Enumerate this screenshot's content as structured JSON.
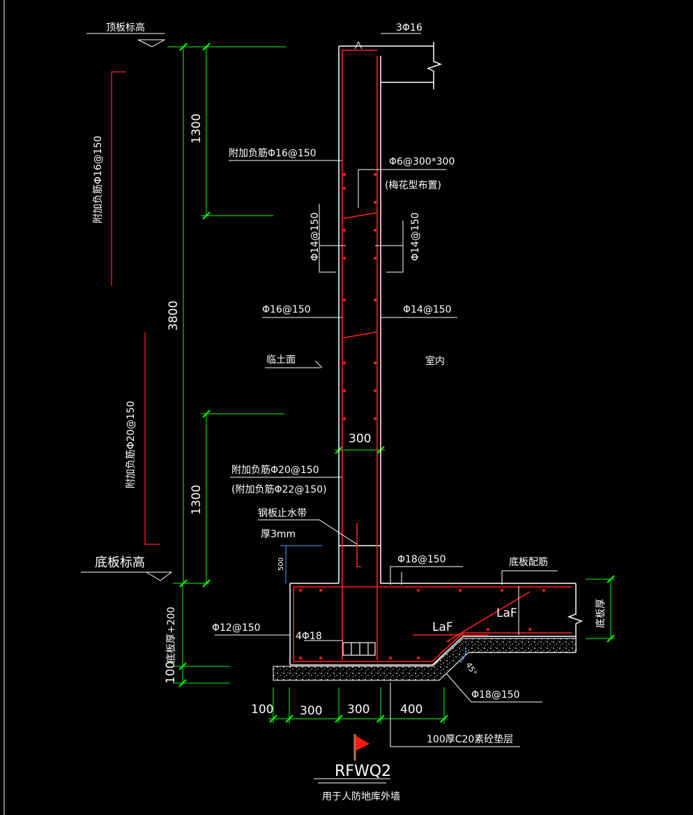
{
  "colors": {
    "background": "#000000",
    "dimension": "#00ff00",
    "rebar": "#ff2020",
    "outline": "#ffffff",
    "annotation": "#ffffff",
    "leader": "#4da3ff"
  },
  "labels": {
    "top_slab_elev": "顶板标高",
    "top_bars": "3Φ16",
    "dim_1300_top": "1300",
    "dim_3800": "3800",
    "dim_1300_bottom": "1300",
    "add_neg_top_vertical": "附加负筋Φ16@150",
    "add_neg_bottom_vertical": "附加负筋Φ20@150",
    "add_neg_top": "附加负筋Φ16@150",
    "tie": "Φ6@300*300",
    "tie_note": "(梅花型布置)",
    "phi14_left": "Φ14@150",
    "phi14_right": "Φ14@150",
    "outer_bar": "Φ16@150",
    "inner_bar": "Φ14@150",
    "soil_face": "临土面",
    "indoor": "室内",
    "wall_thickness": "300",
    "add_neg_bottom": "附加负筋Φ20@150",
    "add_neg_bottom_alt": "(附加负筋Φ22@150)",
    "waterstop": "钢板止水带",
    "waterstop_thk": "厚3mm",
    "bottom_elev": "底板标高",
    "dim_500": "500",
    "phi18_top": "Φ18@150",
    "slab_rebar": "底板配筋",
    "slab_thk": "底板厚",
    "LaF_horizontal": "LaF",
    "LaF_vertical": "LaF",
    "phi12": "Φ12@150",
    "four_phi18": "4Φ18",
    "slab_plus": "底板厚+200",
    "dim_100_vert": "100",
    "angle": "45°",
    "phi18_bottom": "Φ18@150",
    "dim_100": "100",
    "dim_300_a": "300",
    "dim_300_b": "300",
    "dim_400": "400",
    "cushion": "100厚C20素砼垫层",
    "drawing_title": "RFWQ2",
    "subtitle": "用于人防地库外墙"
  }
}
